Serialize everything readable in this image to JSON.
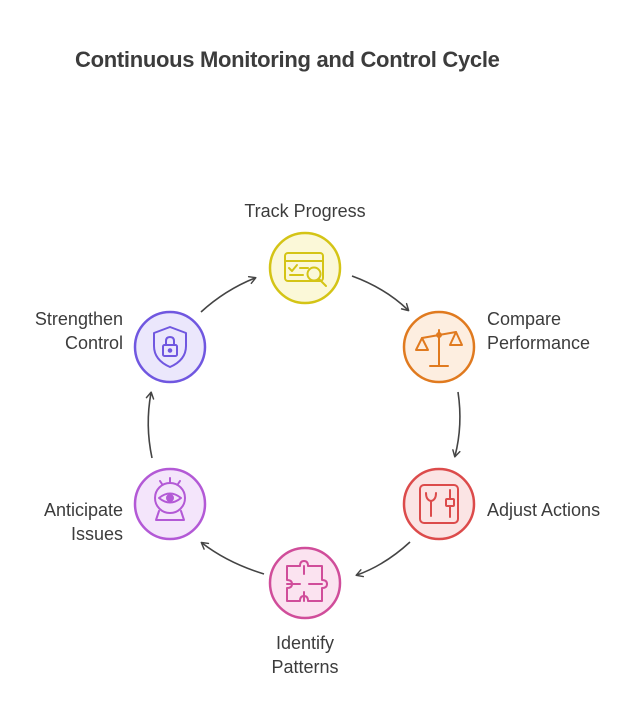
{
  "title": "Continuous Monitoring and Control Cycle",
  "steps": [
    {
      "lines": [
        "Track Progress"
      ],
      "color": "#d4c416",
      "fill": "#fbf8d8",
      "icon": "checklist-search-icon"
    },
    {
      "lines": [
        "Compare",
        "Performance"
      ],
      "color": "#e07a1f",
      "fill": "#fdeee0",
      "icon": "balance-scale-icon"
    },
    {
      "lines": [
        "Adjust Actions"
      ],
      "color": "#dc4b4b",
      "fill": "#fbe4e4",
      "icon": "tools-panel-icon"
    },
    {
      "lines": [
        "Identify",
        "Patterns"
      ],
      "color": "#d04d9a",
      "fill": "#fbe3f0",
      "icon": "puzzle-icon"
    },
    {
      "lines": [
        "Anticipate",
        "Issues"
      ],
      "color": "#b359d6",
      "fill": "#f4e5fb",
      "icon": "crystal-ball-eye-icon"
    },
    {
      "lines": [
        "Strengthen",
        "Control"
      ],
      "color": "#7057e0",
      "fill": "#ebe7fc",
      "icon": "shield-lock-icon"
    }
  ]
}
